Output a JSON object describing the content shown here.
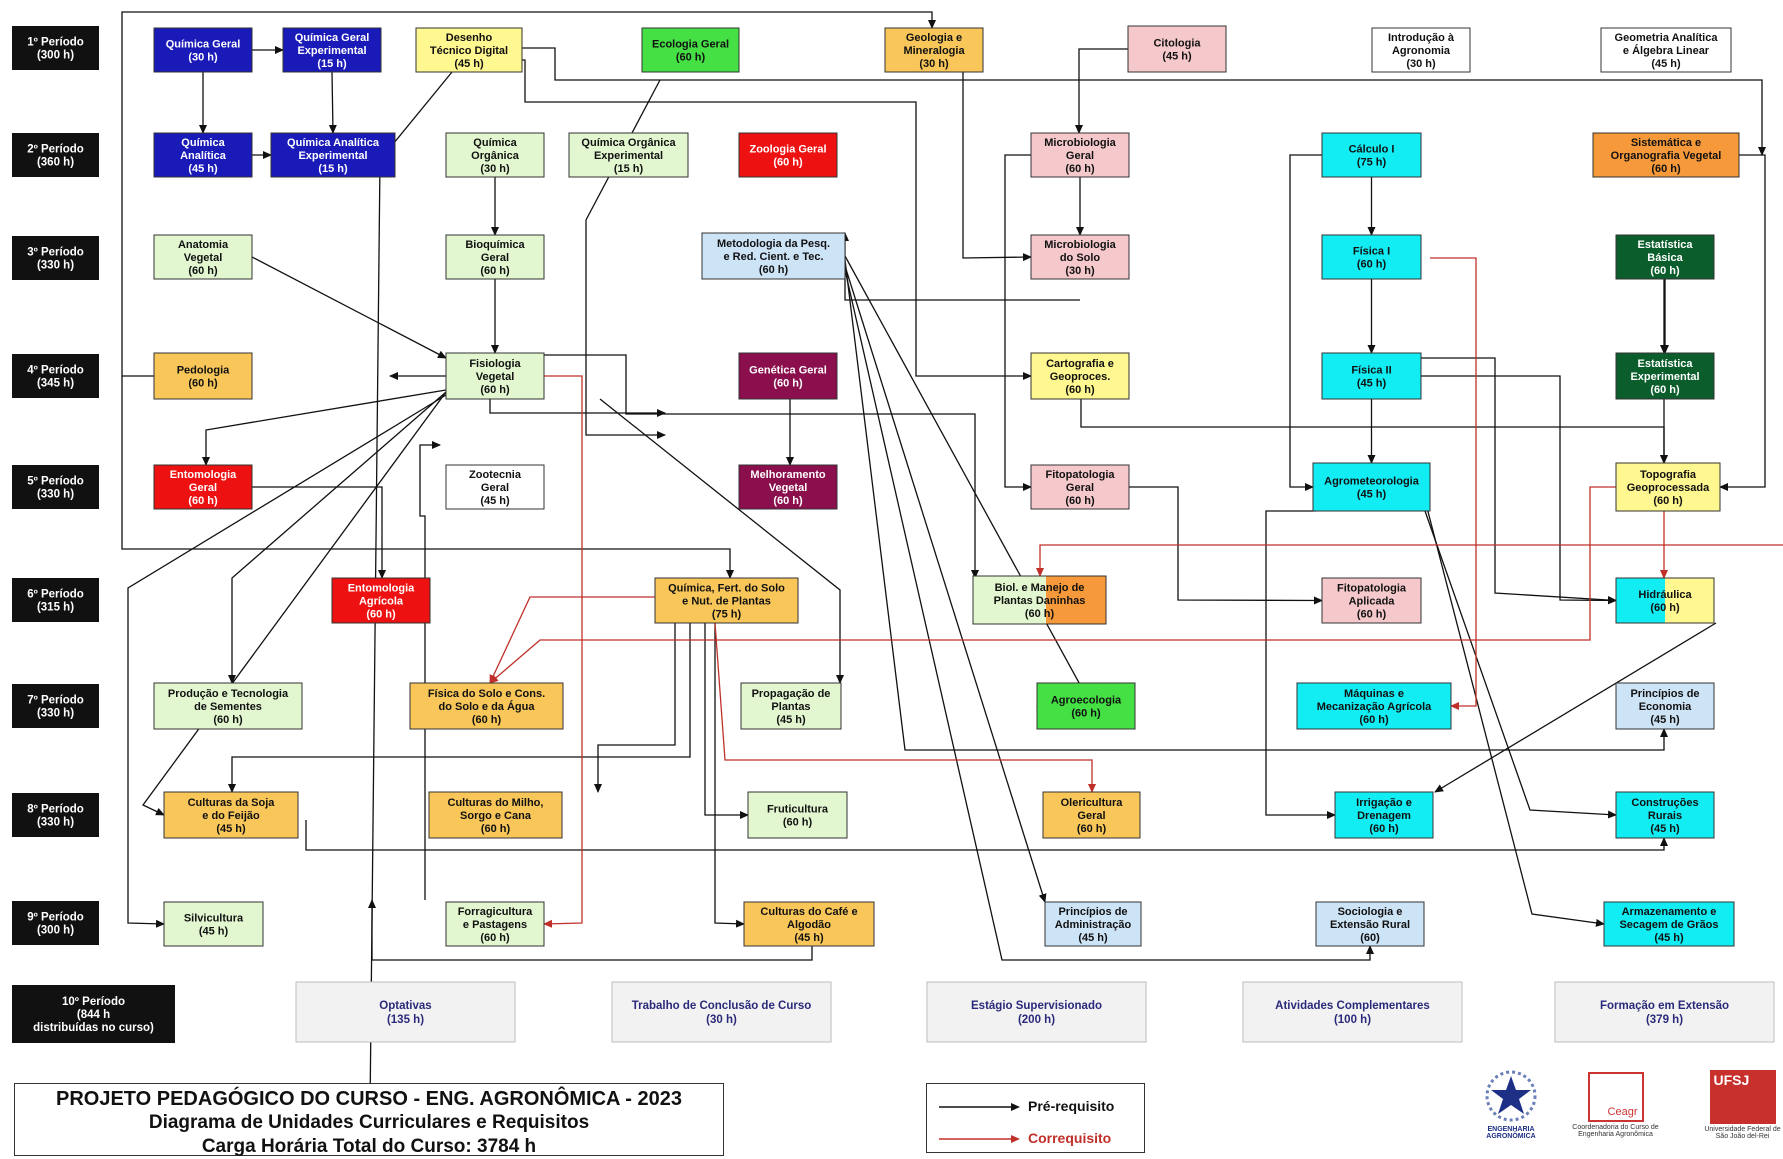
{
  "periods": [
    {
      "label": "1º Período",
      "hours": "(300 h)"
    },
    {
      "label": "2º Período",
      "hours": "(360 h)"
    },
    {
      "label": "3º Período",
      "hours": "(330 h)"
    },
    {
      "label": "4º Período",
      "hours": "(345 h)"
    },
    {
      "label": "5º Período",
      "hours": "(330 h)"
    },
    {
      "label": "6º Período",
      "hours": "(315 h)"
    },
    {
      "label": "7º Período",
      "hours": "(330 h)"
    },
    {
      "label": "8º Período",
      "hours": "(330 h)"
    },
    {
      "label": "9º Período",
      "hours": "(300 h)"
    },
    {
      "label": "10º Período",
      "hours": "(844 h",
      "note": "distribuídas no curso)"
    }
  ],
  "colors": {
    "blue": "#1a1ab8",
    "yellow": "#fff78f",
    "green": "#44e044",
    "orange": "#f8c659",
    "pink": "#f5c9cc",
    "white": "#ffffff",
    "lightgreen": "#e2f6cf",
    "red": "#ee1111",
    "lightblue": "#cde3f6",
    "cyan": "#12ecf3",
    "orangedark": "#f6993a",
    "darkgreen": "#0b5e2c",
    "maroon": "#8a0f4c",
    "grey": "#f2f2f2",
    "black": "#111111",
    "correq": "#c0302a"
  },
  "courses": [
    {
      "lines": [
        "Química Geral",
        "(30 h)"
      ]
    },
    {
      "lines": [
        "Química Geral",
        "Experimental",
        "(15 h)"
      ]
    },
    {
      "lines": [
        "Desenho",
        "Técnico Digital",
        "(45 h)"
      ]
    },
    {
      "lines": [
        "Ecologia Geral",
        "(60 h)"
      ]
    },
    {
      "lines": [
        "Geologia e",
        "Mineralogia",
        "(30 h)"
      ]
    },
    {
      "lines": [
        "Citologia",
        "(45 h)"
      ]
    },
    {
      "lines": [
        "Introdução à",
        "Agronomia",
        "(30 h)"
      ]
    },
    {
      "lines": [
        "Geometria Analítica",
        "e Álgebra Linear",
        "(45 h)"
      ]
    },
    {
      "lines": [
        "Química",
        "Analítica",
        "(45 h)"
      ]
    },
    {
      "lines": [
        "Química Analítica",
        "Experimental",
        "(15 h)"
      ]
    },
    {
      "lines": [
        "Química",
        "Orgânica",
        "(30 h)"
      ]
    },
    {
      "lines": [
        "Química Orgânica",
        "Experimental",
        "(15 h)"
      ]
    },
    {
      "lines": [
        "Zoologia Geral",
        "(60 h)"
      ]
    },
    {
      "lines": [
        "Microbiologia",
        "Geral",
        "(60 h)"
      ]
    },
    {
      "lines": [
        "Cálculo I",
        "(75 h)"
      ]
    },
    {
      "lines": [
        "Sistemática e",
        "Organografia Vegetal",
        "(60 h)"
      ]
    },
    {
      "lines": [
        "Anatomia",
        "Vegetal",
        "(60 h)"
      ]
    },
    {
      "lines": [
        "Bioquímica",
        "Geral",
        "(60 h)"
      ]
    },
    {
      "lines": [
        "Metodologia da Pesq.",
        "e Red. Cient. e Tec.",
        "(60 h)"
      ]
    },
    {
      "lines": [
        "Microbiologia",
        "do Solo",
        "(30 h)"
      ]
    },
    {
      "lines": [
        "Física I",
        "(60 h)"
      ]
    },
    {
      "lines": [
        "Estatística",
        "Básica",
        "(60 h)"
      ]
    },
    {
      "lines": [
        "Pedologia",
        "(60 h)"
      ]
    },
    {
      "lines": [
        "Fisiologia",
        "Vegetal",
        "(60 h)"
      ]
    },
    {
      "lines": [
        "Genética Geral",
        "(60 h)"
      ]
    },
    {
      "lines": [
        "Cartografia e",
        "Geoproces.",
        "(60 h)"
      ]
    },
    {
      "lines": [
        "Física II",
        "(45 h)"
      ]
    },
    {
      "lines": [
        "Estatística",
        "Experimental",
        "(60 h)"
      ]
    },
    {
      "lines": [
        "Entomologia",
        "Geral",
        "(60 h)"
      ]
    },
    {
      "lines": [
        "Zootecnia",
        "Geral",
        "(45 h)"
      ]
    },
    {
      "lines": [
        "Melhoramento",
        "Vegetal",
        "(60 h)"
      ]
    },
    {
      "lines": [
        "Fitopatologia",
        "Geral",
        "(60 h)"
      ]
    },
    {
      "lines": [
        "Agrometeorologia",
        "(45 h)"
      ]
    },
    {
      "lines": [
        "Topografia",
        "Geoprocessada",
        "(60 h)"
      ]
    },
    {
      "lines": [
        "Entomologia",
        "Agrícola",
        "(60 h)"
      ]
    },
    {
      "lines": [
        "Química, Fert. do Solo",
        "e Nut. de Plantas",
        "(75 h)"
      ]
    },
    {
      "lines": [
        "Biol. e Manejo de",
        "Plantas Daninhas",
        "(60 h)"
      ]
    },
    {
      "lines": [
        "Fitopatologia",
        "Aplicada",
        "(60 h)"
      ]
    },
    {
      "lines": [
        "Hidráulica",
        "(60 h)"
      ]
    },
    {
      "lines": [
        "Produção e Tecnologia",
        "de Sementes",
        "(60 h)"
      ]
    },
    {
      "lines": [
        "Física do Solo  e Cons.",
        "do Solo e da Água",
        "(60 h)"
      ]
    },
    {
      "lines": [
        "Propagação de",
        "Plantas",
        "(45 h)"
      ]
    },
    {
      "lines": [
        "Agroecologia",
        "(60 h)"
      ]
    },
    {
      "lines": [
        "Máquinas e",
        "Mecanização Agrícola",
        "(60 h)"
      ]
    },
    {
      "lines": [
        "Princípios de",
        "Economia",
        "(45 h)"
      ]
    },
    {
      "lines": [
        "Culturas da Soja",
        "e do Feijão",
        "(45 h)"
      ]
    },
    {
      "lines": [
        "Culturas do Milho,",
        "Sorgo e Cana",
        "(60 h)"
      ]
    },
    {
      "lines": [
        "Fruticultura",
        "(60 h)"
      ]
    },
    {
      "lines": [
        "Olericultura",
        "Geral",
        "(60 h)"
      ]
    },
    {
      "lines": [
        "Irrigação e",
        "Drenagem",
        "(60 h)"
      ]
    },
    {
      "lines": [
        "Construções",
        "Rurais",
        "(45 h)"
      ]
    },
    {
      "lines": [
        "Silvicultura",
        "(45 h)"
      ]
    },
    {
      "lines": [
        "Forragicultura",
        "e Pastagens",
        "(60 h)"
      ]
    },
    {
      "lines": [
        "Culturas do Café e",
        "Algodão",
        "(45 h)"
      ]
    },
    {
      "lines": [
        "Princípios de",
        "Administração",
        "(45 h)"
      ]
    },
    {
      "lines": [
        "Sociologia e",
        "Extensão Rural",
        "(60)"
      ]
    },
    {
      "lines": [
        "Armazenamento e",
        "Secagem de Grãos",
        "(45 h)"
      ]
    }
  ],
  "final_items": [
    {
      "lines": [
        "Optativas",
        "(135 h)"
      ]
    },
    {
      "lines": [
        "Trabalho de Conclusão de Curso",
        "(30 h)"
      ]
    },
    {
      "lines": [
        "Estágio Supervisionado",
        "(200 h)"
      ]
    },
    {
      "lines": [
        "Atividades Complementares",
        "(100 h)"
      ]
    },
    {
      "lines": [
        "Formação em Extensão",
        "(379 h)"
      ]
    }
  ],
  "title": {
    "line1": "PROJETO PEDAGÓGICO DO CURSO - ENG. AGRONÔMICA - 2023",
    "line2": "Diagrama de Unidades Curriculares e Requisitos",
    "line3": "Carga Horária Total do Curso: 3784 h"
  },
  "legend": {
    "prereq": "Pré-requisito",
    "coreq": "Correquisito"
  },
  "logos": {
    "eng_label": "ENGENHARIA AGRONÔMICA",
    "ceagr": "Ceagr",
    "ceagr_label": "Coordenadoria do Curso de Engenharia Agronômica",
    "ufsj": "UFSJ",
    "ufsj_label": "Universidade Federal de São João del-Rei"
  }
}
